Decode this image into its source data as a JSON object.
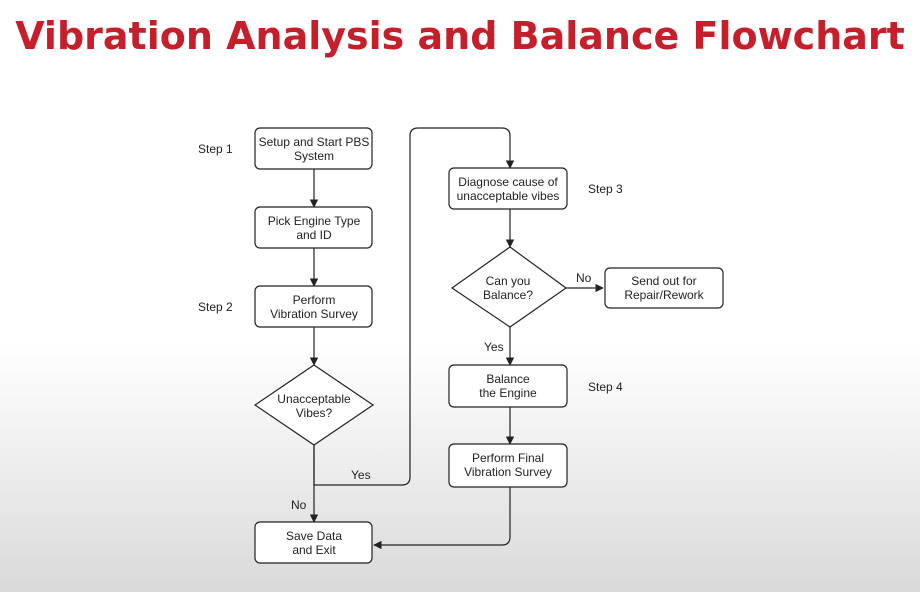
{
  "title": "Vibration Analysis and Balance Flowchart",
  "nodes": {
    "setup": [
      "Setup and Start PBS",
      "System"
    ],
    "pick_engine": [
      "Pick Engine Type",
      "and ID"
    ],
    "perform_survey": [
      "Perform",
      "Vibration Survey"
    ],
    "unacceptable": [
      "Unacceptable",
      "Vibes?"
    ],
    "save_exit": [
      "Save Data",
      "and Exit"
    ],
    "diagnose": [
      "Diagnose cause of",
      "unacceptable vibes"
    ],
    "can_balance": [
      "Can you",
      "Balance?"
    ],
    "send_out": [
      "Send out for",
      "Repair/Rework"
    ],
    "balance": [
      "Balance",
      "the Engine"
    ],
    "final_survey": [
      "Perform Final",
      "Vibration Survey"
    ]
  },
  "step_labels": {
    "step1": "Step 1",
    "step2": "Step 2",
    "step3": "Step 3",
    "step4": "Step 4"
  },
  "edge_labels": {
    "yes_unacceptable": "Yes",
    "no_unacceptable": "No",
    "no_balance": "No",
    "yes_balance": "Yes"
  }
}
